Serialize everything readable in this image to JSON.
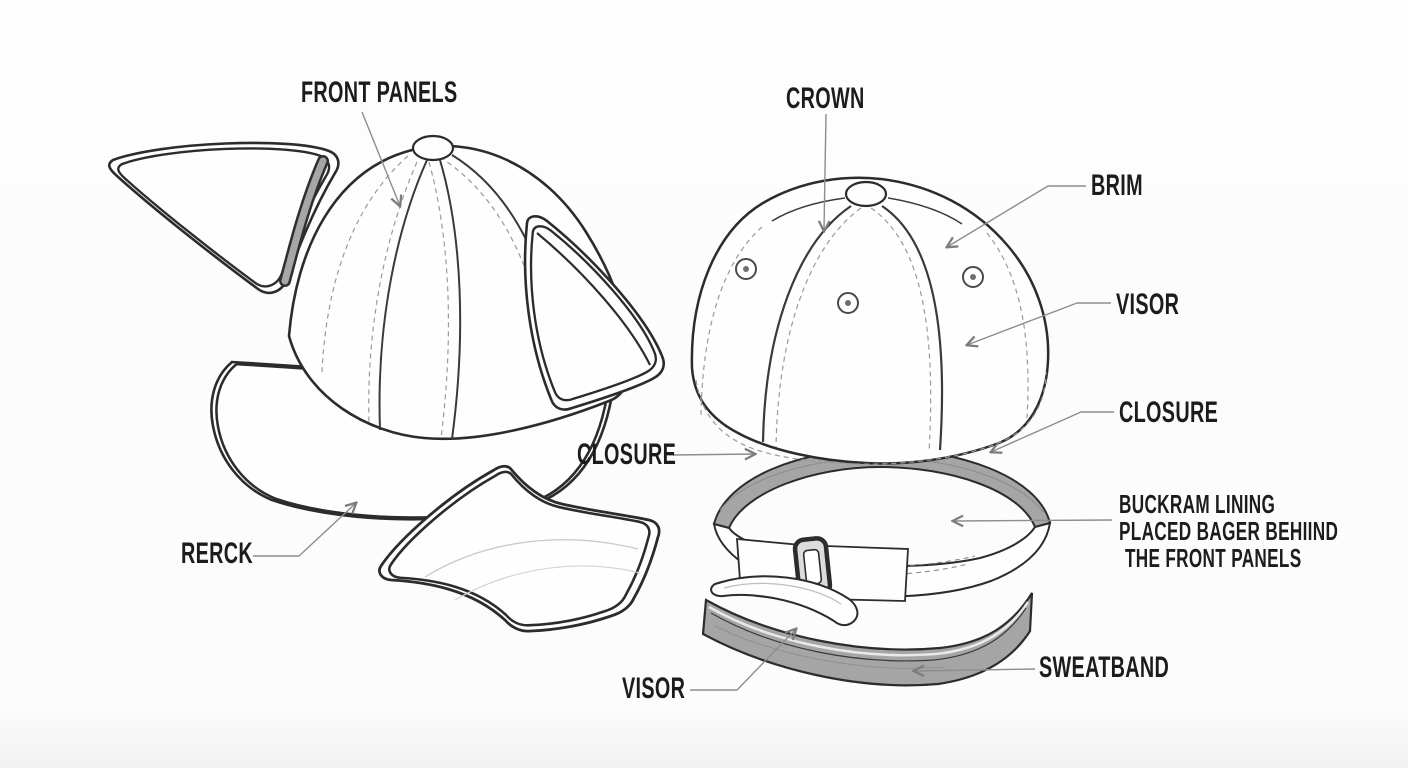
{
  "page": {
    "background": "#fdfdfd"
  },
  "diagram": {
    "subject": "baseball-cap-construction-exploded-diagram",
    "colors": {
      "ink": "#2c2c2c",
      "leader": "#8d8d8d",
      "shade": "#a5a5a5",
      "stitch": "#9a9a9a",
      "text": "#1c1c1c"
    },
    "labels": {
      "front_panels": "FRONT PANELS",
      "crown": "CROWN",
      "brim": "BRIM",
      "visor_upper": "VISOR",
      "closure_right": "CLOSURE",
      "closure_left": "CLOSURE",
      "buckram_lines": [
        "BUCKRAM LINING",
        "PLACED BAGER BEHIIND",
        "THE FRONT PANELS"
      ],
      "sweatband": "SWEATBAND",
      "visor_lower": "VISOR",
      "rerck": "RERCK"
    },
    "illustrated_parts": [
      "cap-three-quarter-view-with-flat-brim",
      "triangular-front-panel-piece-left",
      "triangular-front-panel-piece-right",
      "saddle-shaped-panel-piece",
      "crown-rear-view-with-eyelets",
      "adjustable-closure-band-with-slider",
      "visor-insert-strip",
      "sweatband-band"
    ]
  }
}
